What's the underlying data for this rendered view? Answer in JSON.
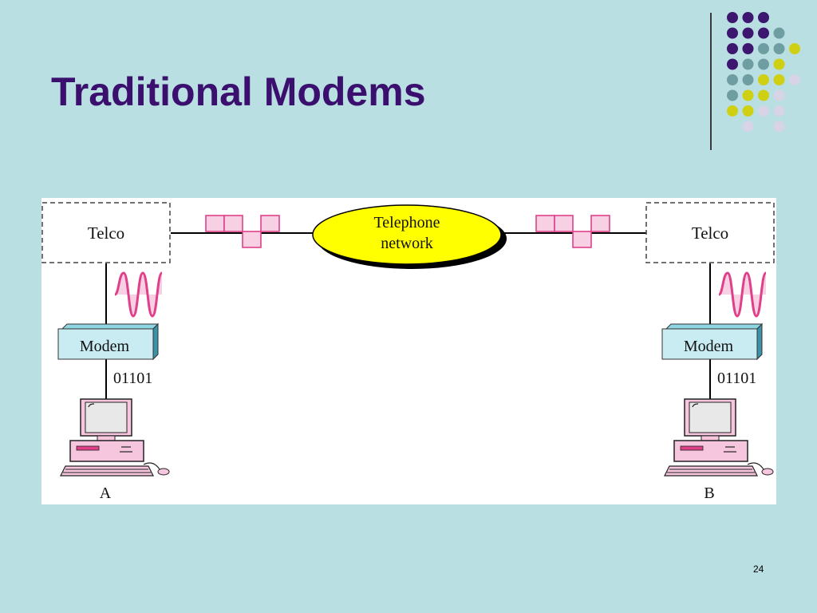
{
  "slide": {
    "title": "Traditional Modems",
    "page_number": "24"
  },
  "diagram": {
    "network_label_line1": "Telephone",
    "network_label_line2": "network",
    "left": {
      "telco": "Telco",
      "modem": "Modem",
      "bits": "01101",
      "computer": "A"
    },
    "right": {
      "telco": "Telco",
      "modem": "Modem",
      "bits": "01101",
      "computer": "B"
    }
  },
  "colors": {
    "background": "#b9dfe3",
    "title": "#3a0f6e",
    "network_fill": "#ffff00",
    "signal": "#e0408a",
    "signal_fill": "#f8d0e4",
    "modem_fill": "#c8ecf2",
    "computer_pink": "#f6c6de"
  },
  "decor_dots": [
    [
      "purple",
      "purple",
      "purple",
      "none",
      "none"
    ],
    [
      "purple",
      "purple",
      "purple",
      "teal",
      "none"
    ],
    [
      "purple",
      "purple",
      "teal",
      "teal",
      "yellow"
    ],
    [
      "purple",
      "teal",
      "teal",
      "yellow",
      "none"
    ],
    [
      "teal",
      "teal",
      "yellow",
      "yellow",
      "lavender"
    ],
    [
      "teal",
      "yellow",
      "yellow",
      "lavender",
      "none"
    ],
    [
      "yellow",
      "yellow",
      "lavender",
      "lavender",
      "none"
    ],
    [
      "none",
      "lavender",
      "none",
      "lavender",
      "none"
    ]
  ]
}
